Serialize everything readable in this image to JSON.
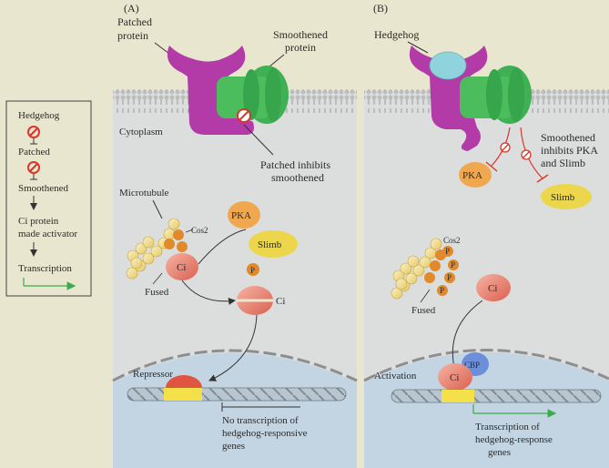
{
  "panel_a": {
    "letter": "(A)",
    "patched_label": [
      "Patched",
      "protein"
    ],
    "smoothened_label": [
      "Smoothened",
      "protein"
    ],
    "cytoplasm": "Cytoplasm",
    "inhibits_label": [
      "Patched inhibits",
      "smoothened"
    ],
    "microtubule": "Microtubule",
    "cos2": "Cos2",
    "fused": "Fused",
    "ci": "Ci",
    "pka": "PKA",
    "slimb": "Slimb",
    "p": "P",
    "ci_cleaved": "Ci",
    "repressor": "Repressor",
    "no_transcription": [
      "No transcription of",
      "hedgehog-responsive",
      "genes"
    ]
  },
  "panel_b": {
    "letter": "(B)",
    "hedgehog": "Hedgehog",
    "smo_inhibits": [
      "Smoothened",
      "inhibits PKA",
      "and Slimb"
    ],
    "pka": "PKA",
    "slimb": "Slimb",
    "cos2": "Cos2",
    "fused": "Fused",
    "p": "P",
    "ci": "Ci",
    "activation": "Activation",
    "ci_nuc": "Ci",
    "cbp": "CBP",
    "transcription": [
      "Transcription of",
      "hedgehog-response",
      "genes"
    ]
  },
  "pathway": {
    "steps": [
      "Hedgehog",
      "Patched",
      "Smoothened",
      "Ci protein",
      "made activator",
      "Transcription"
    ]
  },
  "colors": {
    "background": "#e9e6cf",
    "cell": "#dcdedd",
    "nucleus": "#c3d5e3",
    "patched": "#b23ba8",
    "smoothened": "#3fb053",
    "pka": "#f0a850",
    "slimb": "#ecd64c",
    "ci": "#e57a6a",
    "cbp": "#6d8ed8",
    "hedgehog": "#8fd3dc",
    "bead": "#f2e09a",
    "phospho": "#e08a2c",
    "arrow_green": "#3aaa4a",
    "inhibit_red": "#d8362a"
  }
}
